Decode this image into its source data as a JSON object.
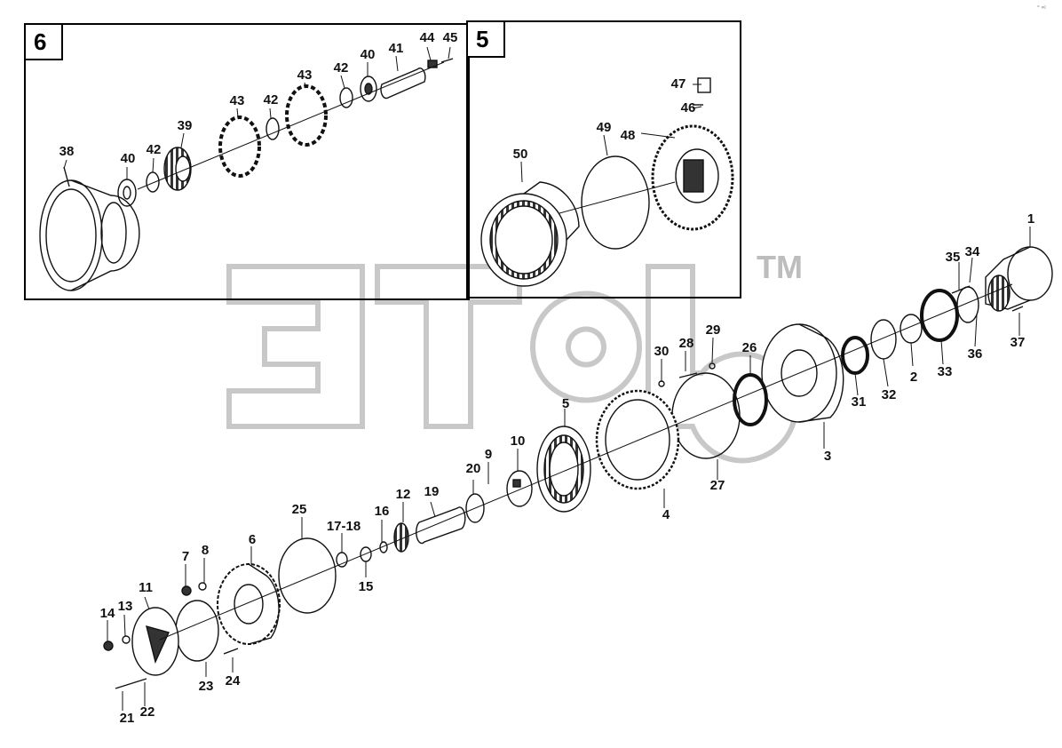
{
  "panel_tags": {
    "left": "6",
    "right": "5"
  },
  "watermark": {
    "trademark": "TM"
  },
  "corner_mark": "° ⁿᵉ",
  "callouts": [
    "1",
    "2",
    "3",
    "4",
    "5",
    "6",
    "7",
    "8",
    "9",
    "10",
    "11",
    "12",
    "13",
    "14",
    "15",
    "16",
    "17-18",
    "19",
    "20",
    "21",
    "22",
    "23",
    "24",
    "25",
    "26",
    "27",
    "28",
    "29",
    "30",
    "31",
    "32",
    "33",
    "34",
    "35",
    "36",
    "37",
    "38",
    "39",
    "40",
    "41",
    "42",
    "43",
    "44",
    "45",
    "46",
    "47",
    "48",
    "49",
    "50"
  ],
  "colors": {
    "ink": "#111111",
    "watermark": "#c4c4c4",
    "panel_border": "#000000"
  }
}
